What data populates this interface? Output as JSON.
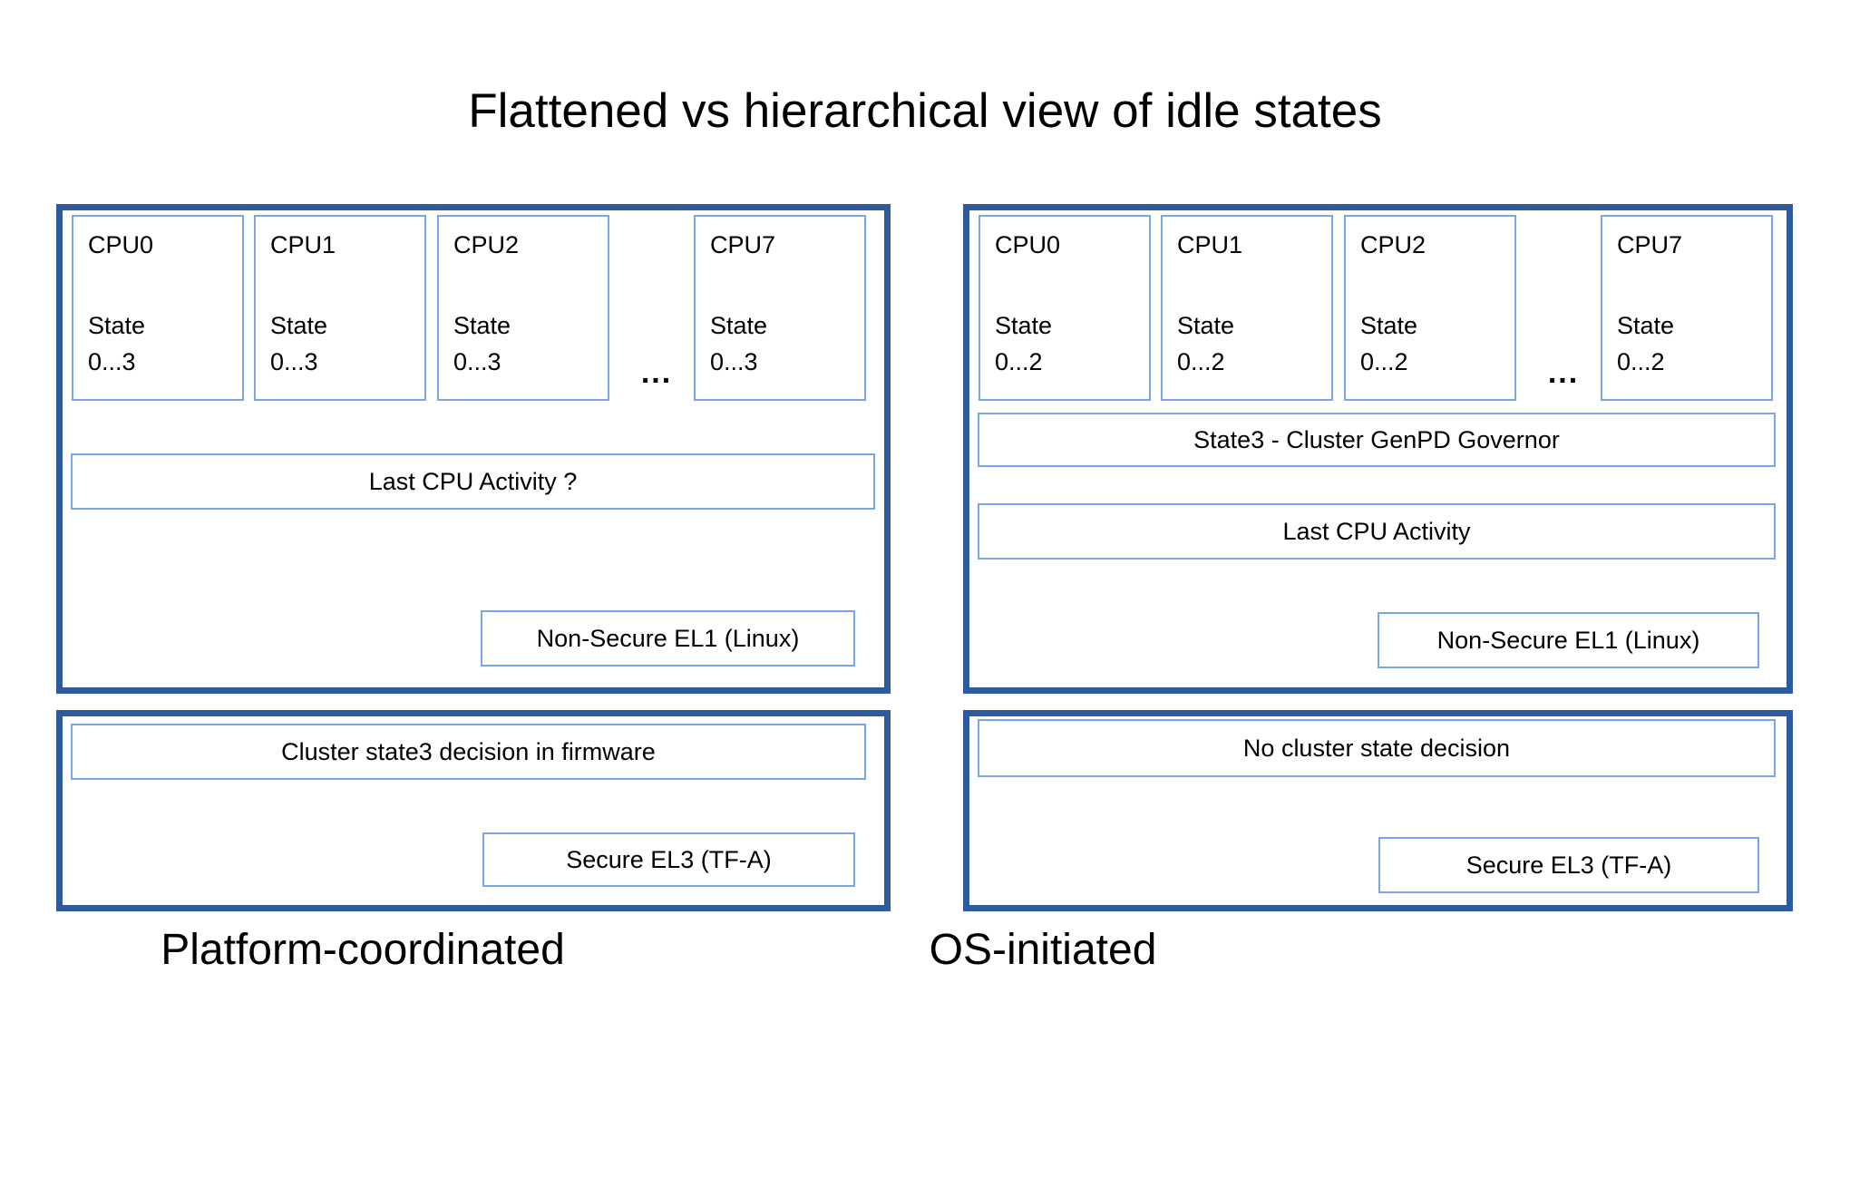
{
  "title": "Flattened vs hierarchical view of idle states",
  "ellipsis": "...",
  "colors": {
    "panel_border": "#2d5b9e",
    "box_border": "#7aa5e9",
    "text": "#000000",
    "background": "#ffffff"
  },
  "left": {
    "caption": "Platform-coordinated",
    "cpus": [
      {
        "name": "CPU0",
        "state_word": "State",
        "state_range": "0...3"
      },
      {
        "name": "CPU1",
        "state_word": "State",
        "state_range": "0...3"
      },
      {
        "name": "CPU2",
        "state_word": "State",
        "state_range": "0...3"
      },
      {
        "name": "CPU7",
        "state_word": "State",
        "state_range": "0...3"
      }
    ],
    "activity_label": "Last CPU Activity ?",
    "el1_label": "Non-Secure EL1 (Linux)",
    "firmware_label": "Cluster state3 decision in firmware",
    "el3_label": "Secure EL3 (TF-A)"
  },
  "right": {
    "caption": "OS-initiated",
    "cpus": [
      {
        "name": "CPU0",
        "state_word": "State",
        "state_range": "0...2"
      },
      {
        "name": "CPU1",
        "state_word": "State",
        "state_range": "0...2"
      },
      {
        "name": "CPU2",
        "state_word": "State",
        "state_range": "0...2"
      },
      {
        "name": "CPU7",
        "state_word": "State",
        "state_range": "0...2"
      }
    ],
    "governor_label": "State3 - Cluster GenPD Governor",
    "activity_label": "Last CPU Activity",
    "el1_label": "Non-Secure EL1 (Linux)",
    "decision_label": "No cluster state decision",
    "el3_label": "Secure EL3 (TF-A)"
  }
}
